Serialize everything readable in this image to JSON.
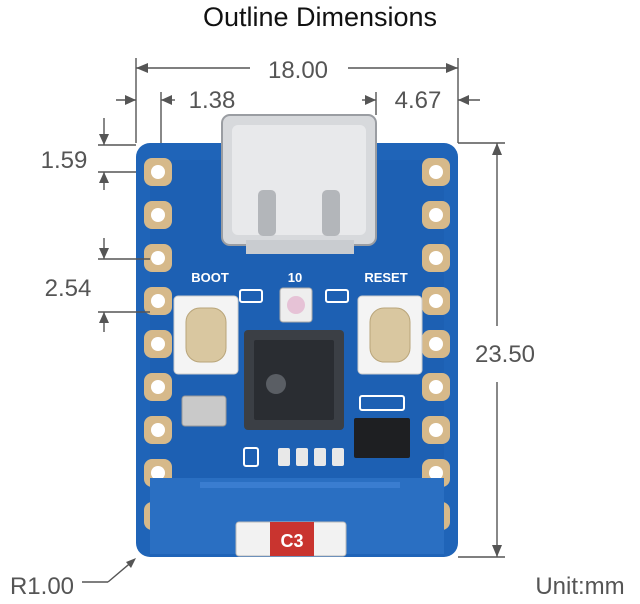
{
  "title": "Outline Dimensions",
  "dimensions": {
    "width": "18.00",
    "left_offset": "1.38",
    "right_offset": "4.67",
    "pad_top": "1.59",
    "pitch": "2.54",
    "height": "23.50",
    "corner_radius": "R1.00"
  },
  "board_labels": {
    "boot": "BOOT",
    "io": "10",
    "reset": "RESET",
    "chip_text": "C3"
  },
  "unit": "Unit:mm",
  "colors": {
    "pcb": "#1f64b8",
    "pad_gold": "#d6b98a",
    "silkscreen": "#ffffff",
    "dimension": "#555555"
  }
}
